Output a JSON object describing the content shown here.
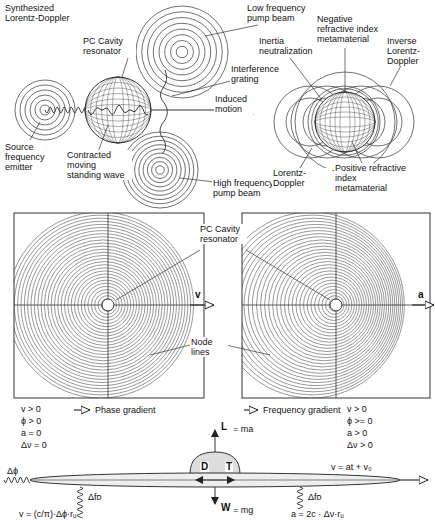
{
  "diagram": {
    "labels": [
      "Synthesized Lorentz-Doppler",
      "Low frequency pump beam",
      "PC Cavity resonator",
      "Interference grating",
      "Inertia neutralization",
      "Negative refractive index metamaterial",
      "Inverse Lorentz-Doppler",
      "Source frequency emitter",
      "Contracted moving standing wave",
      "Induced motion",
      "High frequency pump beam",
      "Lorentz-Doppler",
      "Positive refractive index metamaterial",
      "PC Cavity resonator",
      "v",
      "Node lines",
      "a",
      "v > 0",
      "ϕ > 0",
      "a = 0",
      "Δν = 0",
      "Phase gradient",
      "Frequency gradient",
      "v > 0",
      "ϕ >= 0",
      "a > 0",
      "Δν > 0",
      "L",
      "= ma",
      "D",
      "T",
      "v = at + v₀",
      "W",
      "= mg",
      "Δϕ",
      "v = (c/π)·Δϕ·rᵤ",
      "Δfᴅ",
      "Δfᴅ",
      "a = 2c · Δν·rᵤ"
    ]
  }
}
